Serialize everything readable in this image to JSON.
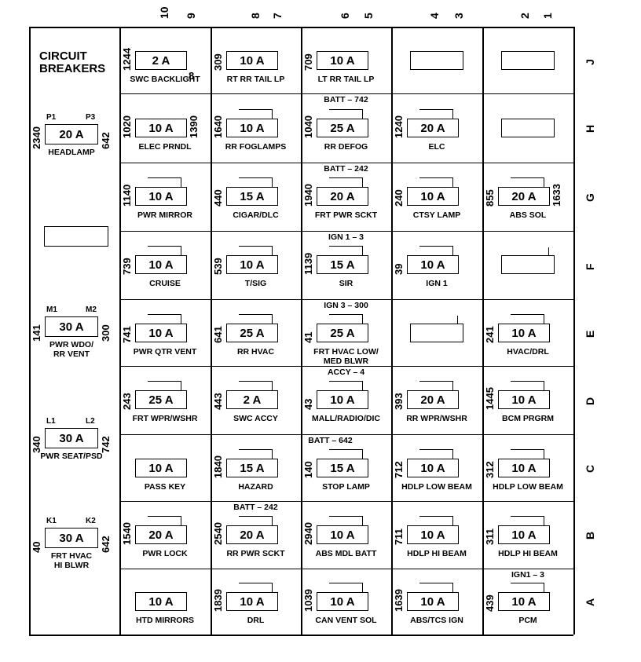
{
  "column_numbers": [
    "10",
    "9",
    "8",
    "7",
    "6",
    "5",
    "4",
    "3",
    "2",
    "1"
  ],
  "row_letters": [
    "J",
    "H",
    "G",
    "F",
    "E",
    "D",
    "C",
    "B",
    "A"
  ],
  "breakers": {
    "title": "CIRCUIT\nBREAKERS",
    "headlamp": {
      "left_num": "2340",
      "right_num": "642",
      "pin_left": "P1",
      "pin_right": "P3",
      "amp": "20 A",
      "label": "HEADLAMP"
    },
    "pwr_wdo": {
      "left_num": "141",
      "right_num": "300",
      "pin_left": "M1",
      "pin_right": "M2",
      "amp": "30 A",
      "label": "PWR WDO/\nRR VENT"
    },
    "pwr_seat": {
      "left_num": "340",
      "right_num": "742",
      "pin_left": "L1",
      "pin_right": "L2",
      "amp": "30 A",
      "label": "PWR SEAT/PSD"
    },
    "frt_hvac": {
      "left_num": "40",
      "right_num": "642",
      "pin_left": "K1",
      "pin_right": "K2",
      "amp": "30 A",
      "label": "FRT HVAC\nHI BLWR"
    }
  },
  "row_headers": [
    {
      "row": "H",
      "text": "BATT – 742"
    },
    {
      "row": "G",
      "text": "BATT – 242"
    },
    {
      "row": "F",
      "text": "IGN 1 – 3"
    },
    {
      "row": "E",
      "text": "IGN 3 – 300"
    },
    {
      "row": "D",
      "text": "ACCY – 4"
    },
    {
      "row": "C",
      "text": "BATT – 642"
    },
    {
      "row": "B",
      "text": "BATT – 242"
    },
    {
      "row": "A",
      "text": "IGN1 – 3"
    }
  ],
  "fuses": [
    {
      "row": "J",
      "col": 0,
      "num": "1244",
      "amp": "2 A",
      "right_num": "8",
      "label": "SWC BACKLIGHT"
    },
    {
      "row": "J",
      "col": 1,
      "num": "309",
      "amp": "10 A",
      "label": "RT RR TAIL LP"
    },
    {
      "row": "J",
      "col": 2,
      "num": "709",
      "amp": "10 A",
      "label": "LT RR TAIL LP"
    },
    {
      "row": "J",
      "col": 3,
      "empty": true
    },
    {
      "row": "J",
      "col": 4,
      "empty": true
    },
    {
      "row": "H",
      "col": 0,
      "num": "1020",
      "amp": "10 A",
      "right_num": "1390",
      "label": "ELEC PRNDL"
    },
    {
      "row": "H",
      "col": 1,
      "num": "1640",
      "amp": "10 A",
      "label": "RR FOGLAMPS"
    },
    {
      "row": "H",
      "col": 2,
      "num": "1040",
      "amp": "25 A",
      "label": "RR DEFOG"
    },
    {
      "row": "H",
      "col": 3,
      "num": "1240",
      "amp": "20 A",
      "label": "ELC"
    },
    {
      "row": "H",
      "col": 4,
      "empty": true
    },
    {
      "row": "G",
      "col": 0,
      "num": "1140",
      "amp": "10 A",
      "label": "PWR MIRROR"
    },
    {
      "row": "G",
      "col": 1,
      "num": "440",
      "amp": "15 A",
      "label": "CIGAR/DLC"
    },
    {
      "row": "G",
      "col": 2,
      "num": "1940",
      "amp": "20 A",
      "label": "FRT PWR SCKT"
    },
    {
      "row": "G",
      "col": 3,
      "num": "240",
      "amp": "10 A",
      "label": "CTSY LAMP"
    },
    {
      "row": "G",
      "col": 4,
      "num": "855",
      "amp": "20 A",
      "right_num": "1633",
      "label": "ABS SOL"
    },
    {
      "row": "F",
      "col": 0,
      "num": "739",
      "amp": "10 A",
      "label": "CRUISE"
    },
    {
      "row": "F",
      "col": 1,
      "num": "539",
      "amp": "10 A",
      "label": "T/SIG"
    },
    {
      "row": "F",
      "col": 2,
      "num": "1139",
      "amp": "15 A",
      "label": "SIR"
    },
    {
      "row": "F",
      "col": 3,
      "num": "39",
      "amp": "10 A",
      "label": "IGN 1"
    },
    {
      "row": "F",
      "col": 4,
      "empty": true
    },
    {
      "row": "E",
      "col": 0,
      "num": "741",
      "amp": "10 A",
      "label": "PWR QTR VENT"
    },
    {
      "row": "E",
      "col": 1,
      "num": "641",
      "amp": "25 A",
      "label": "RR HVAC"
    },
    {
      "row": "E",
      "col": 2,
      "num": "41",
      "amp": "25 A",
      "label": "FRT HVAC LOW/\nMED BLWR"
    },
    {
      "row": "E",
      "col": 3,
      "empty": true
    },
    {
      "row": "E",
      "col": 4,
      "num": "241",
      "amp": "10 A",
      "label": "HVAC/DRL"
    },
    {
      "row": "D",
      "col": 0,
      "num": "243",
      "amp": "25 A",
      "label": "FRT WPR/WSHR"
    },
    {
      "row": "D",
      "col": 1,
      "num": "443",
      "amp": "2 A",
      "label": "SWC ACCY"
    },
    {
      "row": "D",
      "col": 2,
      "num": "43",
      "amp": "10 A",
      "label": "MALL/RADIO/DIC"
    },
    {
      "row": "D",
      "col": 3,
      "num": "393",
      "amp": "20 A",
      "label": "RR WPR/WSHR"
    },
    {
      "row": "D",
      "col": 4,
      "num": "1445",
      "amp": "10 A",
      "label": "BCM PRGRM"
    },
    {
      "row": "C",
      "col": 0,
      "amp": "10 A",
      "label": "PASS KEY"
    },
    {
      "row": "C",
      "col": 1,
      "num": "1840",
      "amp": "15 A",
      "label": "HAZARD"
    },
    {
      "row": "C",
      "col": 2,
      "num": "140",
      "amp": "15 A",
      "label": "STOP LAMP"
    },
    {
      "row": "C",
      "col": 3,
      "num": "712",
      "amp": "10 A",
      "label": "HDLP LOW BEAM"
    },
    {
      "row": "C",
      "col": 4,
      "num": "312",
      "amp": "10 A",
      "label": "HDLP LOW BEAM"
    },
    {
      "row": "B",
      "col": 0,
      "num": "1540",
      "amp": "20 A",
      "label": "PWR LOCK"
    },
    {
      "row": "B",
      "col": 1,
      "num": "2540",
      "amp": "20 A",
      "label": "RR PWR SCKT"
    },
    {
      "row": "B",
      "col": 2,
      "num": "2940",
      "amp": "10 A",
      "label": "ABS MDL BATT"
    },
    {
      "row": "B",
      "col": 3,
      "num": "711",
      "amp": "10 A",
      "label": "HDLP HI BEAM"
    },
    {
      "row": "B",
      "col": 4,
      "num": "311",
      "amp": "10 A",
      "label": "HDLP HI BEAM"
    },
    {
      "row": "A",
      "col": 0,
      "amp": "10 A",
      "label": "HTD MIRRORS"
    },
    {
      "row": "A",
      "col": 1,
      "num": "1839",
      "amp": "10 A",
      "label": "DRL"
    },
    {
      "row": "A",
      "col": 2,
      "num": "1039",
      "amp": "10 A",
      "label": "CAN VENT SOL"
    },
    {
      "row": "A",
      "col": 3,
      "num": "1639",
      "amp": "10 A",
      "label": "ABS/TCS IGN"
    },
    {
      "row": "A",
      "col": 4,
      "num": "439",
      "amp": "10 A",
      "label": "PCM"
    }
  ]
}
